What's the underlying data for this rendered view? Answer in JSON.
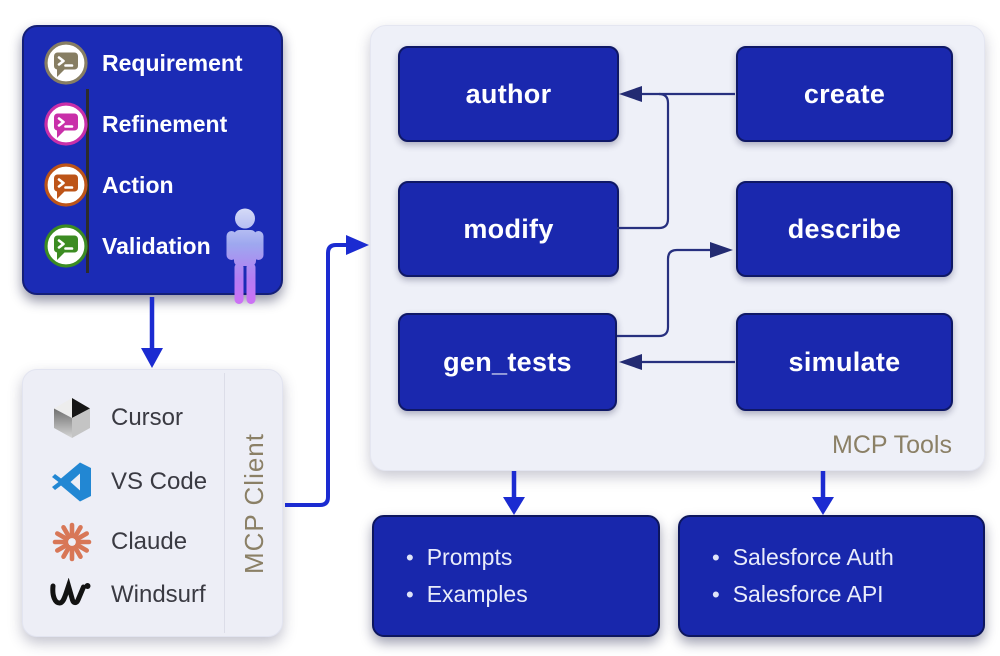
{
  "workflow_panel": {
    "steps": [
      {
        "label": "Requirement",
        "color": "#877e63"
      },
      {
        "label": "Refinement",
        "color": "#c92fa9"
      },
      {
        "label": "Action",
        "color": "#bd5418"
      },
      {
        "label": "Validation",
        "color": "#3c8c22"
      }
    ],
    "person_icon": "human-user"
  },
  "client_panel": {
    "label": "MCP Client",
    "items": [
      {
        "icon": "cursor-logo",
        "name": "Cursor"
      },
      {
        "icon": "vscode-logo",
        "name": "VS Code"
      },
      {
        "icon": "claude-logo",
        "name": "Claude"
      },
      {
        "icon": "windsurf-logo",
        "name": "Windsurf"
      }
    ]
  },
  "tools_panel": {
    "label": "MCP Tools",
    "tools": [
      {
        "label": "author"
      },
      {
        "label": "create"
      },
      {
        "label": "modify"
      },
      {
        "label": "describe"
      },
      {
        "label": "gen_tests"
      },
      {
        "label": "simulate"
      }
    ]
  },
  "output_boxes": {
    "bullet": "•",
    "prompts": {
      "items": [
        "Prompts",
        "Examples"
      ]
    },
    "salesforce": {
      "items": [
        "Salesforce Auth",
        "Salesforce API"
      ]
    }
  },
  "edges": [
    {
      "from": "create",
      "to": "author"
    },
    {
      "from": "modify",
      "to": "author"
    },
    {
      "from": "gen_tests",
      "to": "describe"
    },
    {
      "from": "simulate",
      "to": "gen_tests"
    },
    {
      "from": "workflow-panel",
      "to": "client-panel"
    },
    {
      "from": "client-panel",
      "to": "tools-panel"
    },
    {
      "from": "tools-panel",
      "to": "prompts-box"
    },
    {
      "from": "tools-panel",
      "to": "salesforce-box"
    }
  ],
  "colors": {
    "workflow_box_blue": "#1b2bb5",
    "tool_box_blue": "#1a28ae",
    "output_box_blue": "#1827ac",
    "arrow_blue": "#1b2bd1",
    "connector_navy": "#27307f",
    "panel_bg": "#eef0f8",
    "label_tan": "#8b8066",
    "client_text": "#3a3a42"
  }
}
